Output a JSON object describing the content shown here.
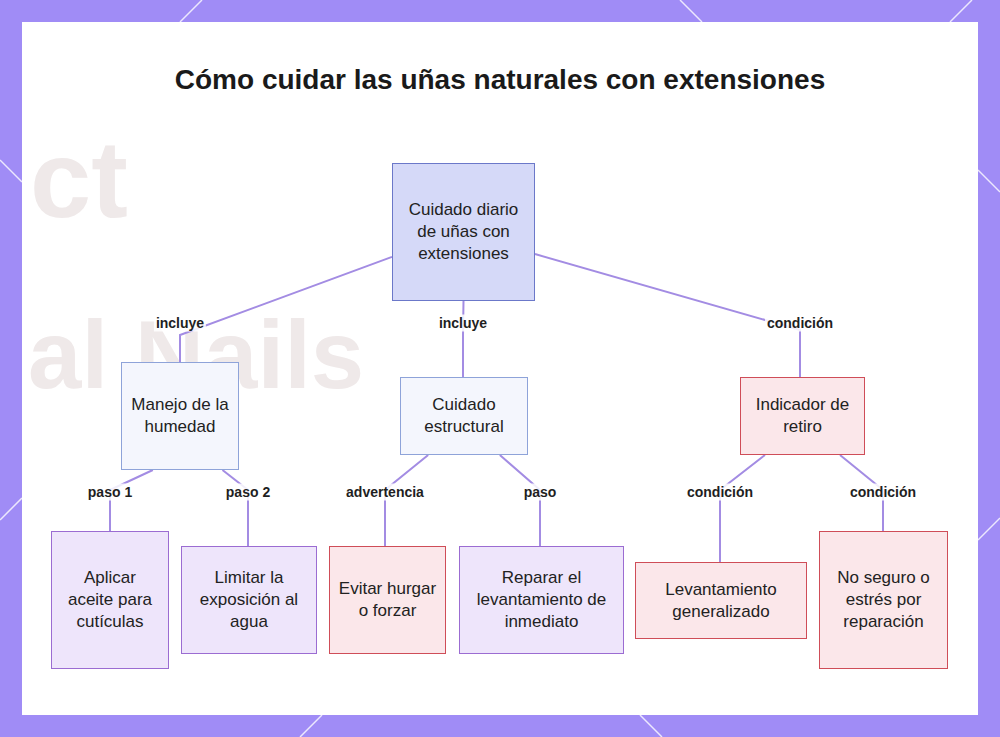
{
  "diagram": {
    "title": "Cómo cuidar las uñas naturales con extensiones",
    "nodes": [
      {
        "text": [
          "Cuidado diario de uñas con extensiones"
        ]
      },
      {
        "text": [
          "Manejo de la humedad"
        ]
      },
      {
        "text": [
          "Cuidado estructural"
        ]
      },
      {
        "text": [
          "Indicador de retiro"
        ]
      },
      {
        "text": [
          "Aplicar aceite para cutículas"
        ]
      },
      {
        "text": [
          "Limitar la exposición al agua"
        ]
      },
      {
        "text": [
          "Evitar hurgar o forzar"
        ]
      },
      {
        "text": [
          "Reparar el levantamiento de inmediato"
        ]
      },
      {
        "text": [
          "Levantamiento generalizado"
        ]
      },
      {
        "text": [
          "No seguro o estrés por reparación"
        ]
      }
    ],
    "edges": [
      {
        "from": 0,
        "to": 1,
        "label": "incluye",
        "arrow": "none"
      },
      {
        "from": 0,
        "to": 2,
        "label": "incluye",
        "arrow": "none"
      },
      {
        "from": 0,
        "to": 3,
        "label": "condición",
        "arrow": "none"
      },
      {
        "from": 1,
        "to": 4,
        "label": "paso 1",
        "arrow": "none"
      },
      {
        "from": 1,
        "to": 5,
        "label": "paso 2",
        "arrow": "none"
      },
      {
        "from": 2,
        "to": 6,
        "label": "advertencia",
        "arrow": "none"
      },
      {
        "from": 2,
        "to": 7,
        "label": "paso",
        "arrow": "none"
      },
      {
        "from": 3,
        "to": 8,
        "label": "condición",
        "arrow": "none"
      },
      {
        "from": 3,
        "to": 9,
        "label": "condición",
        "arrow": "none"
      }
    ],
    "labels": [
      "ct",
      "al Nails"
    ]
  }
}
